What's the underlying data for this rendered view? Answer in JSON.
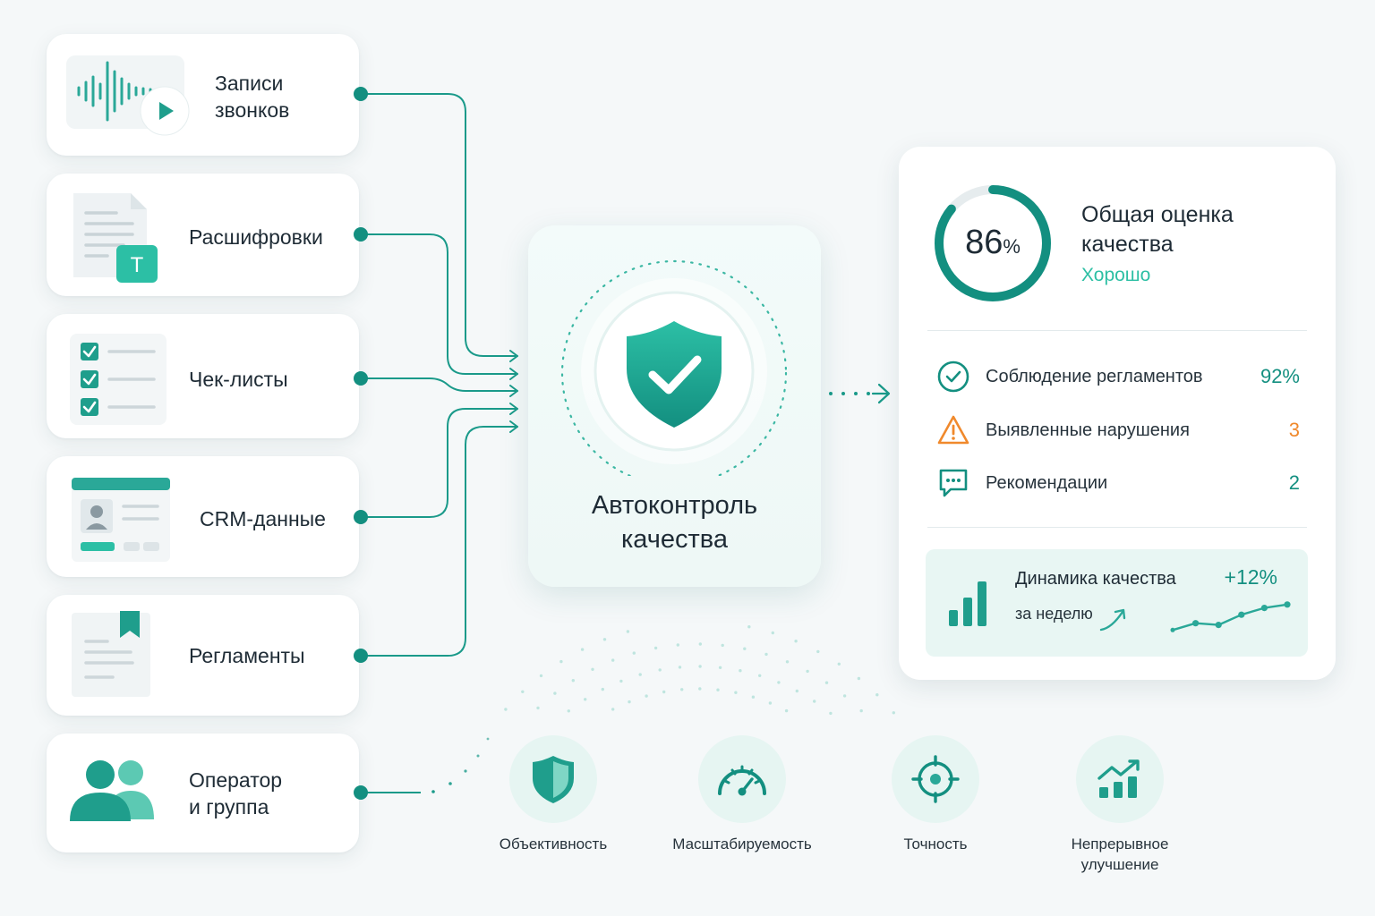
{
  "sources": [
    {
      "label": "Записи\nзвонков",
      "icon": "audio-waveform-play-icon"
    },
    {
      "label": "Расшифровки",
      "icon": "transcript-document-icon"
    },
    {
      "label": "Чек-листы",
      "icon": "checklist-icon"
    },
    {
      "label": "CRM-данные",
      "icon": "crm-profile-icon"
    },
    {
      "label": "Регламенты",
      "icon": "regulations-bookmark-icon"
    },
    {
      "label": "Оператор\nи группа",
      "icon": "operator-group-icon"
    }
  ],
  "center": {
    "title": "Автоконтроль\nкачества",
    "icon": "shield-check-icon"
  },
  "results": {
    "score": {
      "value": "86",
      "unit": "%",
      "progress": 0.86,
      "title": "Общая оценка\nкачества",
      "status": "Хорошо"
    },
    "metrics": [
      {
        "label": "Соблюдение регламентов",
        "value": "92%",
        "icon": "check-circle-icon",
        "color": "#138f80"
      },
      {
        "label": "Выявленные нарушения",
        "value": "3",
        "icon": "warning-triangle-icon",
        "color": "#f0892c"
      },
      {
        "label": "Рекомендации",
        "value": "2",
        "icon": "chat-bubble-icon",
        "color": "#138f80"
      }
    ],
    "dynamics": {
      "title": "Динамика качества",
      "subtitle": "за неделю",
      "delta": "+12%",
      "trend": [
        0.15,
        0.35,
        0.3,
        0.6,
        0.8,
        0.9
      ]
    }
  },
  "features": [
    {
      "label": "Объективность",
      "icon": "shield-half-icon"
    },
    {
      "label": "Масштабируемость",
      "icon": "speedometer-icon"
    },
    {
      "label": "Точность",
      "icon": "target-icon"
    },
    {
      "label": "Непрерывное\nулучшение",
      "icon": "growth-chart-icon"
    }
  ],
  "colors": {
    "accent": "#138f80",
    "accent_light": "#2dbfa4",
    "warning": "#f0892c",
    "background": "#f5f8f9"
  }
}
